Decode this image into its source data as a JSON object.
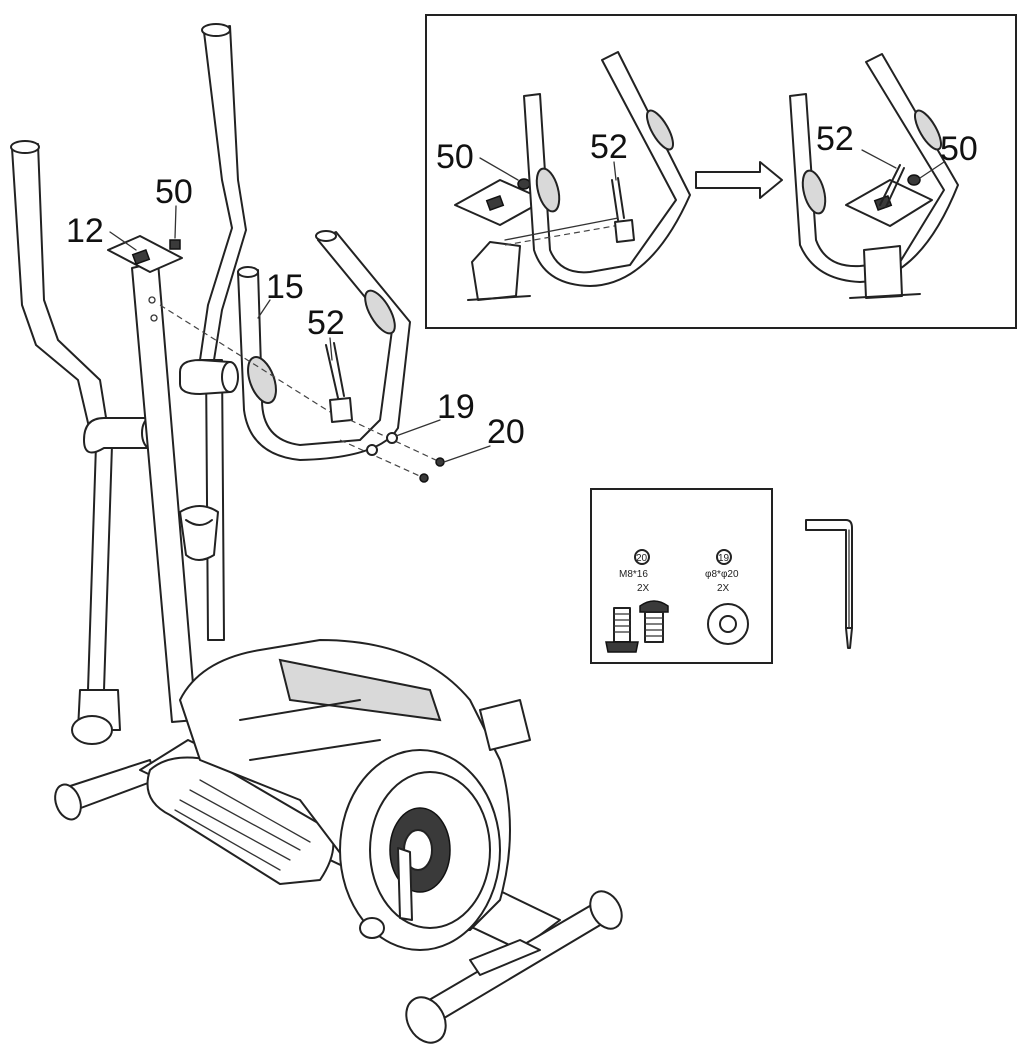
{
  "callouts": {
    "main": {
      "part_12": "12",
      "part_50": "50",
      "part_15": "15",
      "part_52": "52",
      "part_19": "19",
      "part_20": "20"
    },
    "inset": {
      "left_50": "50",
      "left_52": "52",
      "right_52": "52",
      "right_50": "50"
    }
  },
  "hardware": {
    "bolt": {
      "id": "20",
      "spec": "M8*16",
      "qty": "2X"
    },
    "washer": {
      "id": "19",
      "spec": "φ8*φ20",
      "qty": "2X"
    }
  },
  "colors": {
    "line": "#222222",
    "background": "#ffffff"
  }
}
